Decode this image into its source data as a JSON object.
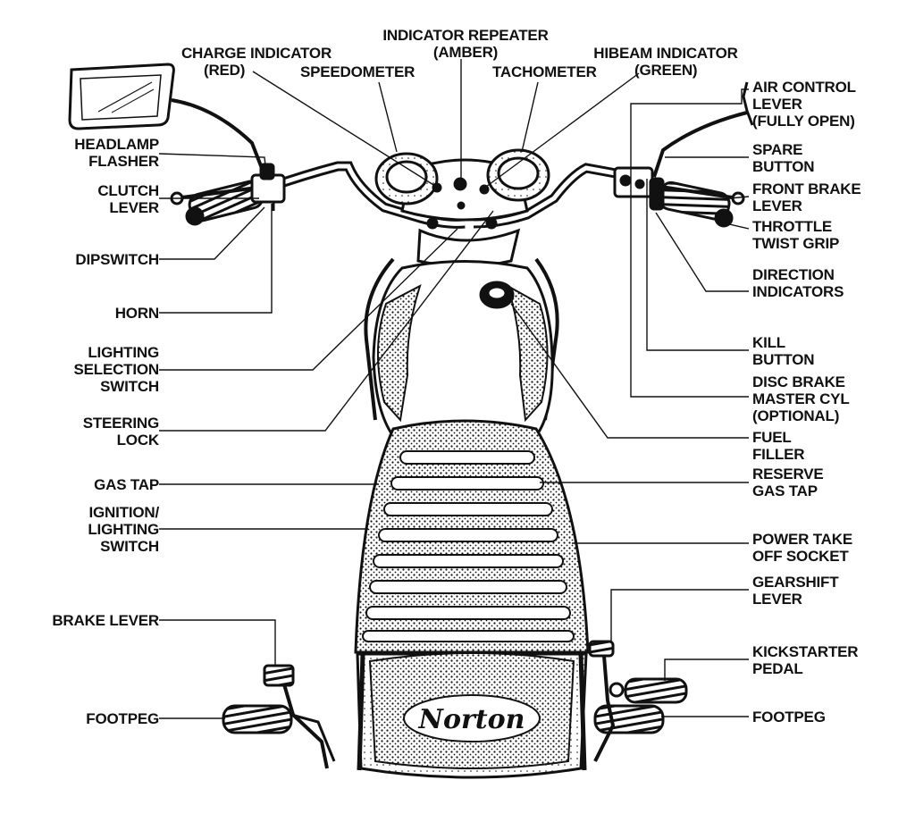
{
  "labels": {
    "indicator_repeater": [
      "INDICATOR REPEATER",
      "(AMBER)"
    ],
    "charge_indicator": [
      "CHARGE INDICATOR",
      "(RED)"
    ],
    "speedometer": [
      "SPEEDOMETER"
    ],
    "tachometer": [
      "TACHOMETER"
    ],
    "hibeam_indicator": [
      "HIBEAM INDICATOR",
      "(GREEN)"
    ],
    "air_control_lever": [
      "AIR CONTROL",
      "LEVER",
      "(FULLY OPEN)"
    ],
    "headlamp_flasher": [
      "HEADLAMP",
      "FLASHER"
    ],
    "clutch_lever": [
      "CLUTCH",
      "LEVER"
    ],
    "dipswitch": [
      "DIPSWITCH"
    ],
    "horn": [
      "HORN"
    ],
    "lighting_selection_switch": [
      "LIGHTING",
      "SELECTION",
      "SWITCH"
    ],
    "steering_lock": [
      "STEERING",
      "LOCK"
    ],
    "gas_tap": [
      "GAS TAP"
    ],
    "ignition_lighting_switch": [
      "IGNITION/",
      "LIGHTING",
      "SWITCH"
    ],
    "brake_lever": [
      "BRAKE LEVER"
    ],
    "footpeg_left": [
      "FOOTPEG"
    ],
    "spare_button": [
      "SPARE",
      "BUTTON"
    ],
    "front_brake_lever": [
      "FRONT BRAKE",
      "LEVER"
    ],
    "throttle_twist_grip": [
      "THROTTLE",
      "TWIST GRIP"
    ],
    "direction_indicators": [
      "DIRECTION",
      "INDICATORS"
    ],
    "kill_button": [
      "KILL",
      "BUTTON"
    ],
    "disc_brake_master_cyl": [
      "DISC BRAKE",
      "MASTER CYL",
      "(OPTIONAL)"
    ],
    "fuel_filler": [
      "FUEL",
      "FILLER"
    ],
    "reserve_gas_tap": [
      "RESERVE",
      "GAS TAP"
    ],
    "power_take_off_socket": [
      "POWER TAKE",
      "OFF SOCKET"
    ],
    "gearshift_lever": [
      "GEARSHIFT",
      "LEVER"
    ],
    "kickstarter_pedal": [
      "KICKSTARTER",
      "PEDAL"
    ],
    "footpeg_right": [
      "FOOTPEG"
    ]
  },
  "logo": "Norton",
  "colors": {
    "ink": "#111111",
    "paper": "#ffffff"
  }
}
